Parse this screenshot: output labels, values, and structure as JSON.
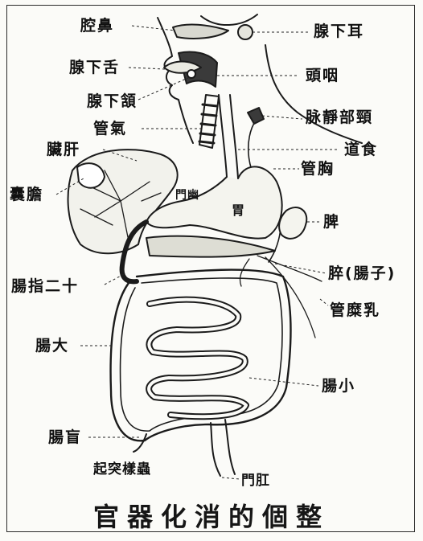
{
  "title": "官器化消的個整",
  "labels": {
    "nasal_cavity": "腔鼻",
    "parotid_gland": "腺下耳",
    "sublingual_gland": "腺下舌",
    "pharynx": "頭咽",
    "submandibular_gland": "腺下頷",
    "jugular_vein": "脉靜部頸",
    "trachea": "管氣",
    "esophagus": "道食",
    "liver": "臟肝",
    "thoracic_duct": "管胸",
    "gallbladder": "囊膽",
    "pylorus": "門幽",
    "stomach": "胃",
    "spleen": "脾",
    "pancreas": "脺(腸子)",
    "duodenum": "腸指二十",
    "pancreatic_duct": "管糜乳",
    "large_intestine": "腸大",
    "small_intestine": "腸小",
    "cecum": "腸盲",
    "appendix": "起突樣蟲",
    "anus": "門肛"
  },
  "colors": {
    "ink": "#161616",
    "paper": "#fbfbf8",
    "shade": "#3a3a3a"
  }
}
